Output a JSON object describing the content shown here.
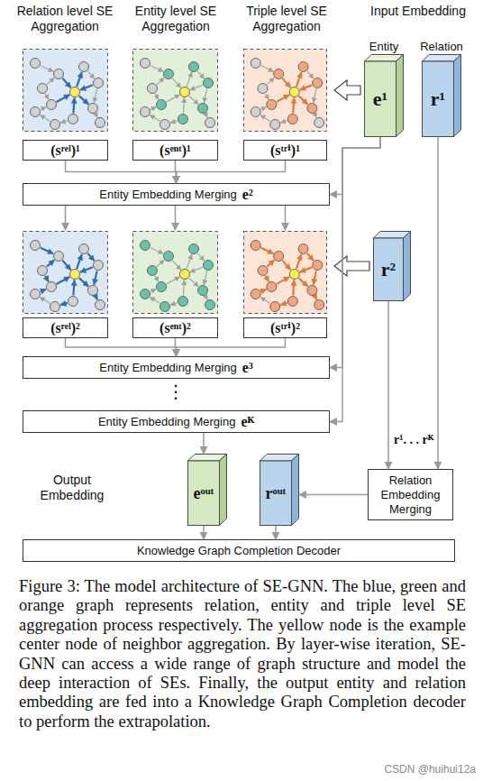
{
  "diagram": {
    "caption": "Figure 3: The model architecture of SE-GNN. The blue, green and orange graph represents relation, entity and triple level SE aggregation process respectively. The yellow node is the example center node of neighbor aggregation. By layer-wise iteration, SE-GNN can access a wide range of graph structure and model the deep interaction of SEs. Finally, the output entity and relation embedding are fed into a Knowledge Graph Completion decoder to perform the extrapolation.",
    "nodes": [
      {
        "text": [
          "Entity",
          "e¹"
        ]
      },
      {
        "text": [
          "Relation",
          "r¹"
        ]
      },
      {
        "text": [
          "(sʳᵉˡ)¹"
        ]
      },
      {
        "text": [
          "(sᵉⁿᵗ)¹"
        ]
      },
      {
        "text": [
          "(sᵗʳⁱ)¹"
        ]
      },
      {
        "text": [
          "Entity Embedding Merging",
          "e²"
        ]
      },
      {
        "text": [
          "r²"
        ]
      },
      {
        "text": [
          "(sʳᵉˡ)²"
        ]
      },
      {
        "text": [
          "(sᵉⁿᵗ)²"
        ]
      },
      {
        "text": [
          "(sᵗʳⁱ)²"
        ]
      },
      {
        "text": [
          "Entity Embedding Merging",
          "e³"
        ]
      },
      {
        "text": [
          "Entity Embedding Merging",
          "eᴷ"
        ]
      },
      {
        "text": [
          "eᵒᵘᵗ"
        ]
      },
      {
        "text": [
          "rᵒᵘᵗ"
        ]
      },
      {
        "text": [
          "Relation Embedding Merging"
        ]
      },
      {
        "text": [
          "Knowledge Graph Completion Decoder"
        ]
      }
    ],
    "edges": [
      {
        "from": 2,
        "to": 5,
        "arrow": "to"
      },
      {
        "from": 3,
        "to": 5,
        "arrow": "to"
      },
      {
        "from": 4,
        "to": 5,
        "arrow": "to"
      },
      {
        "from": 0,
        "to": 5,
        "arrow": "to"
      },
      {
        "from": 0,
        "to": 10,
        "arrow": "to"
      },
      {
        "from": 0,
        "to": 11,
        "arrow": "to"
      },
      {
        "from": 1,
        "to": 14,
        "arrow": "to"
      },
      {
        "from": 7,
        "to": 10,
        "arrow": "to"
      },
      {
        "from": 8,
        "to": 10,
        "arrow": "to"
      },
      {
        "from": 9,
        "to": 10,
        "arrow": "to"
      },
      {
        "from": 6,
        "to": 14,
        "arrow": "to"
      },
      {
        "from": 11,
        "to": 12,
        "arrow": "to"
      },
      {
        "from": 14,
        "to": 13,
        "arrow": "to"
      },
      {
        "from": 12,
        "to": 15,
        "arrow": "to"
      },
      {
        "from": 13,
        "to": 15,
        "arrow": "to"
      }
    ],
    "labels": [
      "Relation level SE Aggregation",
      "Entity level SE Aggregation",
      "Triple level SE Aggregation",
      "Input Embedding",
      "⋮",
      "r¹. . . rᴷ",
      "Output Embedding",
      "CSDN @huihui12a"
    ]
  }
}
